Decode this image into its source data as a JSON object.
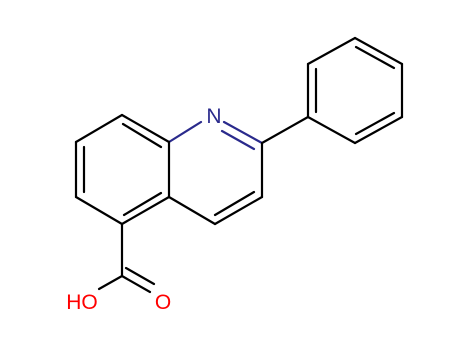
{
  "colors": {
    "background": "#ffffff",
    "bond": "#000000",
    "nitrogen": "#2a2a8c",
    "oxygen": "#ff0000"
  },
  "atom_labels": {
    "nitrogen": "N",
    "carbonyl_oxygen": "O",
    "hydroxyl": "HO"
  }
}
